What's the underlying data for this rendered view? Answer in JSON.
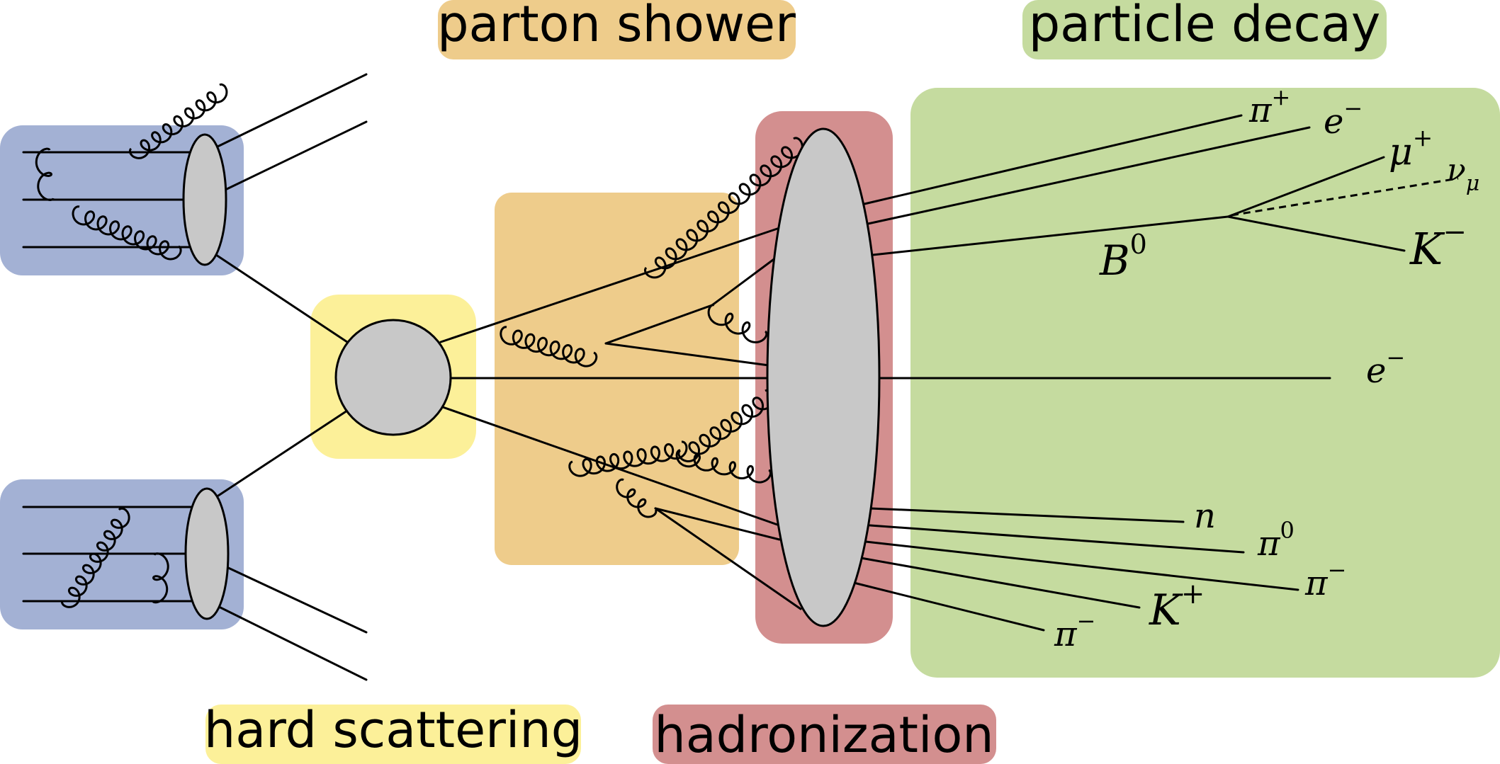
{
  "stages": {
    "parton_shower": "parton shower",
    "particle_decay": "particle decay",
    "hard_scattering": "hard scattering",
    "hadronization": "hadronization"
  },
  "particles": {
    "pi_plus": {
      "base": "π",
      "sup": "+"
    },
    "e_minus_1": {
      "base": "e",
      "sup": "−"
    },
    "mu_plus": {
      "base": "μ",
      "sup": "+"
    },
    "nu_mu": {
      "base": "ν",
      "sub": "μ"
    },
    "B0": {
      "base": "B",
      "sup": "0"
    },
    "K_minus": {
      "base": "K",
      "sup": "−"
    },
    "e_minus_2": {
      "base": "e",
      "sup": "−"
    },
    "n": {
      "base": "n"
    },
    "pi_zero": {
      "base": "π",
      "sup": "0"
    },
    "pi_minus_1": {
      "base": "π",
      "sup": "−"
    },
    "K_plus": {
      "base": "K",
      "sup": "+"
    },
    "pi_minus_2": {
      "base": "π",
      "sup": "−"
    }
  },
  "colors": {
    "proton": "#a3b1d4",
    "hard_scattering": "#fcf099",
    "parton_shower": "#eecc8b",
    "hadronization": "#d38f8f",
    "particle_decay": "#c5db9f",
    "blob": "#c8c8c8"
  }
}
